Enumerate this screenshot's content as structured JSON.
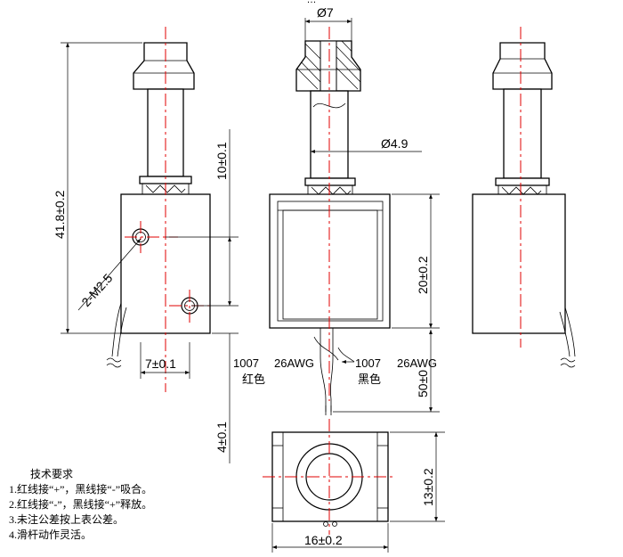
{
  "top_caption": "…",
  "dims": {
    "phi7": "Ø7",
    "phi49": "Ø4.9",
    "overall_height": "41.8±0.2",
    "stroke": "10±0.1",
    "coil_height": "20±0.2",
    "thread": "2-M2.5",
    "hole_offset": "7±0.1",
    "lead_length": "50±0",
    "base_offset": "4±0.1",
    "bottom_depth": "13±0.2",
    "bottom_width": "16±0.2"
  },
  "wires": {
    "red_code": "1007",
    "gauge_left": "26AWG",
    "red_color": "红色",
    "black_code": "1007",
    "gauge_right": "26AWG",
    "black_color": "黑色"
  },
  "notes": {
    "title": "技术要求",
    "items": [
      "1.红线接“+”，黑线接“-”吸合。",
      "2.红线接“-”，黑线接“+”释放。",
      "3.未注公差按上表公差。",
      "4.滑杆动作灵活。"
    ]
  },
  "colors": {
    "line": "#000000",
    "centerline": "#e00000"
  }
}
